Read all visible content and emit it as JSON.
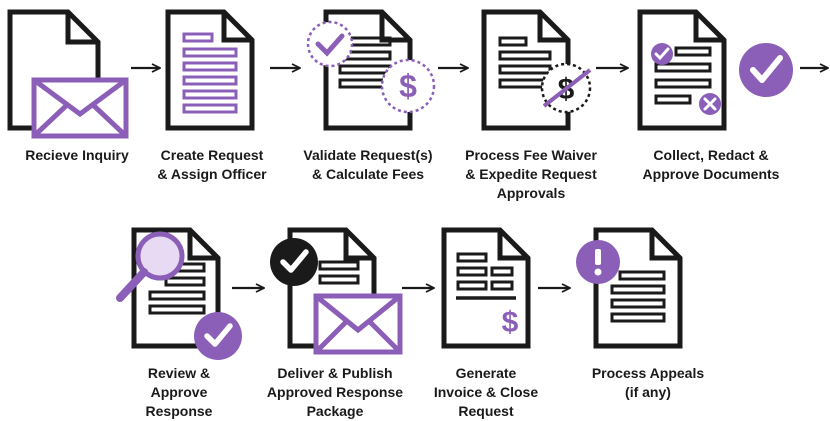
{
  "colors": {
    "ink": "#1a1a1a",
    "purple": "#8b5fb8",
    "purple_light": "#a77fcb",
    "background": "#ffffff"
  },
  "steps": [
    {
      "id": "receive-inquiry",
      "icon": "document-envelope-icon",
      "lines": [
        "Recieve Inquiry"
      ]
    },
    {
      "id": "create-request",
      "icon": "document-purple-lines-icon",
      "lines": [
        "Create Request",
        "& Assign Officer"
      ]
    },
    {
      "id": "validate-request",
      "icon": "document-check-dollar-icon",
      "lines": [
        "Validate Request(s)",
        "& Calculate Fees"
      ]
    },
    {
      "id": "process-fee-waiver",
      "icon": "document-crossed-dollar-icon",
      "lines": [
        "Process Fee Waiver",
        "& Expedite Request",
        "Approvals"
      ]
    },
    {
      "id": "collect-redact",
      "icon": "document-check-x-icon",
      "lines": [
        "Collect, Redact &",
        "Approve Documents"
      ]
    },
    {
      "id": "review-approve",
      "icon": "document-magnifier-check-icon",
      "lines": [
        "Review &",
        "Approve",
        "Response"
      ]
    },
    {
      "id": "deliver-publish",
      "icon": "document-check-envelope-icon",
      "lines": [
        "Deliver & Publish",
        "Approved Response",
        "Package"
      ]
    },
    {
      "id": "generate-invoice",
      "icon": "invoice-dollar-icon",
      "lines": [
        "Generate",
        "Invoice & Close",
        "Request"
      ]
    },
    {
      "id": "process-appeals",
      "icon": "document-alert-icon",
      "lines": [
        "Process Appeals",
        "(if any)"
      ]
    }
  ]
}
